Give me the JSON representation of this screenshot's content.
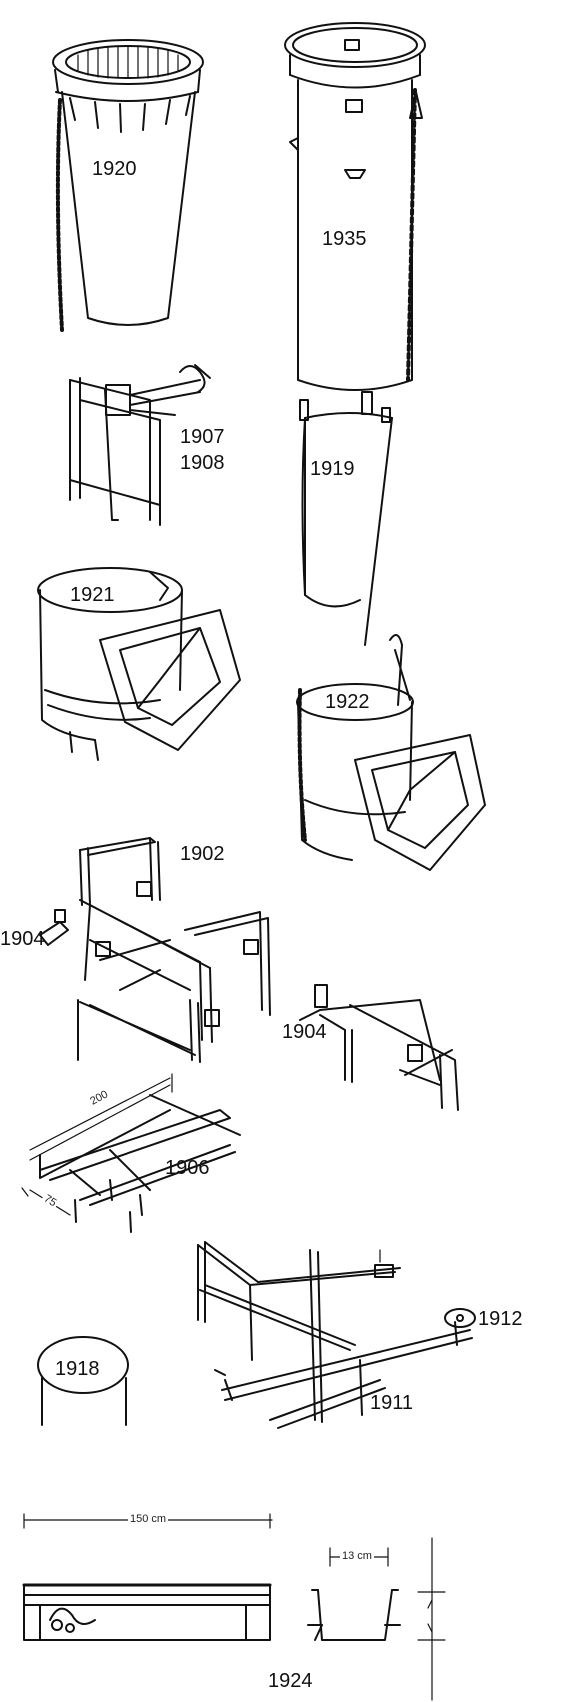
{
  "labels": {
    "p1920": "1920",
    "p1935": "1935",
    "p1907": "1907",
    "p1908": "1908",
    "p1919": "1919",
    "p1921": "1921",
    "p1922": "1922",
    "p1902": "1902",
    "p1904a": "1904",
    "p1904b": "1904",
    "p1906": "1906",
    "p1912": "1912",
    "p1918": "1918",
    "p1911": "1911",
    "p1924": "1924"
  },
  "dimensions": {
    "d200": "200",
    "d75": "75",
    "d150": "150 cm",
    "d13": "13 cm"
  }
}
